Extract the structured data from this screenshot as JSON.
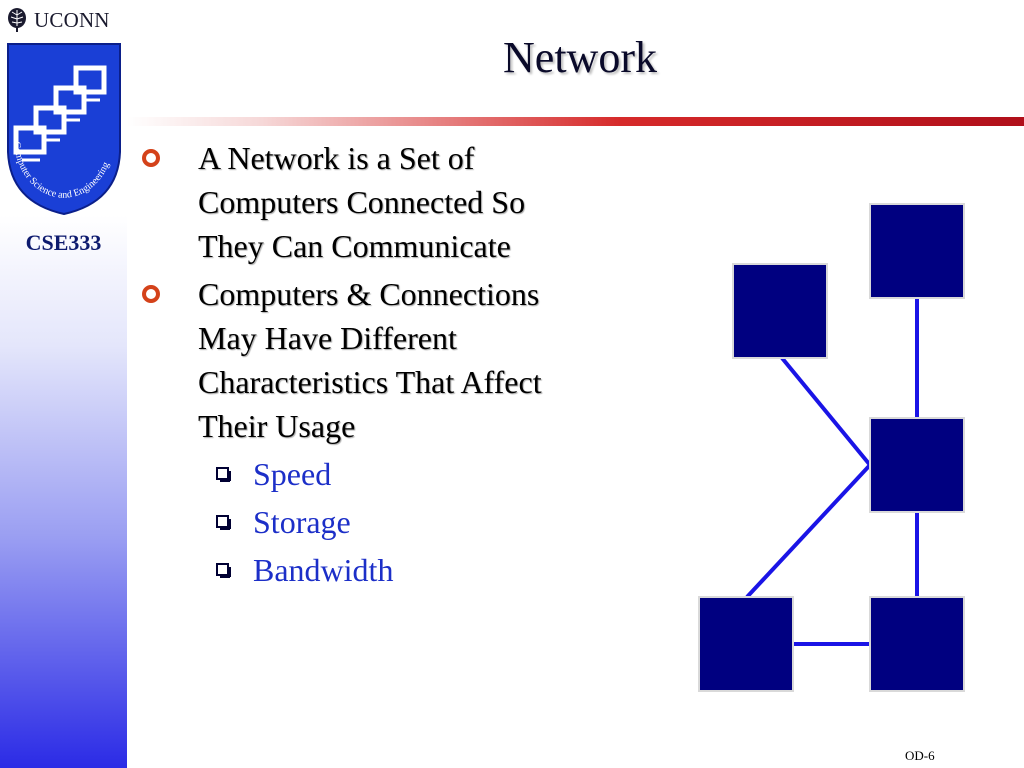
{
  "sidebar": {
    "university": "UCONN",
    "course": "CSE333",
    "logo_text": "Computer Science and Engineering"
  },
  "slide": {
    "title": "Network",
    "bullets": [
      {
        "lines": [
          "A Network is a Set of",
          "Computers Connected So",
          "They Can Communicate"
        ]
      },
      {
        "lines": [
          "Computers & Connections",
          "May Have Different",
          "Characteristics That Affect",
          "Their Usage"
        ]
      }
    ],
    "sub_bullets": [
      "Speed",
      "Storage",
      "Bandwidth"
    ],
    "page_number": "OD-6"
  },
  "colors": {
    "node": "#000080",
    "link": "#1a14e6",
    "title_rule": "#b00f1a",
    "sub_bullet_text": "#1c2fc8"
  }
}
